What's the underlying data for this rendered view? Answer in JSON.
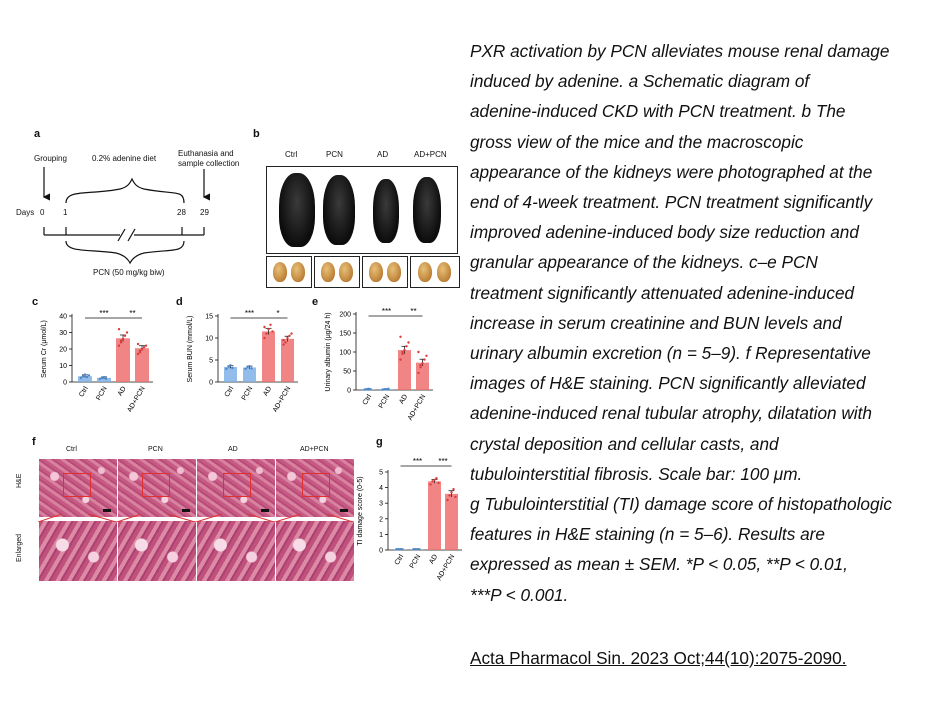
{
  "panels": {
    "a": {
      "letter": "a",
      "grouping": "Grouping",
      "diet": "0.2% adenine diet",
      "euthanasia": "Euthanasia and",
      "sample": "sample collection",
      "days_label": "Days",
      "day_ticks": [
        "0",
        "1",
        "28",
        "29"
      ],
      "pcn": "PCN (50 mg/kg biw)"
    },
    "b": {
      "letter": "b",
      "groups": [
        "Ctrl",
        "PCN",
        "AD",
        "AD+PCN"
      ]
    },
    "f": {
      "letter": "f",
      "groups": [
        "Ctrl",
        "PCN",
        "AD",
        "AD+PCN"
      ],
      "row_labels": [
        "H&E",
        "Enlarged"
      ]
    }
  },
  "chart_data": [
    {
      "id": "c",
      "letter": "c",
      "type": "bar",
      "categories": [
        "Ctrl",
        "PCN",
        "AD",
        "AD+PCN"
      ],
      "values": [
        3.5,
        2.5,
        26.5,
        20.5
      ],
      "errors": [
        0.8,
        0.6,
        2.0,
        1.5
      ],
      "points": [
        [
          2.5,
          3.5,
          4.5,
          3.0,
          4.0
        ],
        [
          2.0,
          2.5,
          3.0,
          2.0
        ],
        [
          22,
          24,
          26,
          28,
          30,
          32,
          25
        ],
        [
          17,
          19,
          20,
          21,
          22,
          23,
          18
        ]
      ],
      "ylabel": "Serum Cr (μmol/L)",
      "ylim": [
        0,
        40
      ],
      "yticks": [
        "0",
        "10",
        "20",
        "30",
        "40"
      ],
      "sig": [
        {
          "from": 0,
          "to": 2,
          "label": "***"
        },
        {
          "from": 2,
          "to": 3,
          "label": "**"
        }
      ],
      "colors": [
        "#7fb0e6",
        "#7fb0e6",
        "#ee7070",
        "#ee7070"
      ]
    },
    {
      "id": "d",
      "letter": "d",
      "type": "bar",
      "categories": [
        "Ctrl",
        "PCN",
        "AD",
        "AD+PCN"
      ],
      "values": [
        3.4,
        3.3,
        11.5,
        9.8
      ],
      "errors": [
        0.3,
        0.3,
        0.7,
        0.6
      ],
      "points": [
        [
          3.0,
          3.5,
          3.8,
          3.2
        ],
        [
          3.0,
          3.4,
          3.6,
          3.1
        ],
        [
          10,
          11,
          12,
          13,
          11.5,
          12.5
        ],
        [
          8.5,
          9,
          10,
          10.5,
          11,
          9.5
        ]
      ],
      "ylabel": "Serum BUN (mmol/L)",
      "ylim": [
        0,
        15
      ],
      "yticks": [
        "0",
        "5",
        "10",
        "15"
      ],
      "sig": [
        {
          "from": 0,
          "to": 2,
          "label": "***"
        },
        {
          "from": 2,
          "to": 3,
          "label": "*"
        }
      ],
      "colors": [
        "#7fb0e6",
        "#7fb0e6",
        "#ee7070",
        "#ee7070"
      ]
    },
    {
      "id": "e",
      "letter": "e",
      "type": "bar",
      "categories": [
        "Ctrl",
        "PCN",
        "AD",
        "AD+PCN"
      ],
      "values": [
        2,
        2,
        105,
        72
      ],
      "errors": [
        1,
        1,
        10,
        9
      ],
      "points": [
        [
          1,
          2,
          3,
          2
        ],
        [
          1,
          2,
          2,
          3
        ],
        [
          80,
          95,
          105,
          115,
          125,
          140,
          100
        ],
        [
          45,
          60,
          70,
          80,
          90,
          100,
          65
        ]
      ],
      "ylabel": "Urinary albumin (μg/24 h)",
      "ylim": [
        0,
        200
      ],
      "yticks": [
        "0",
        "50",
        "100",
        "150",
        "200"
      ],
      "sig": [
        {
          "from": 0,
          "to": 2,
          "label": "***"
        },
        {
          "from": 2,
          "to": 3,
          "label": "**"
        }
      ],
      "colors": [
        "#7fb0e6",
        "#7fb0e6",
        "#ee7070",
        "#ee7070"
      ]
    },
    {
      "id": "g",
      "letter": "g",
      "type": "bar",
      "categories": [
        "Ctrl",
        "PCN",
        "AD",
        "AD+PCN"
      ],
      "values": [
        0.05,
        0.05,
        4.4,
        3.6
      ],
      "errors": [
        0.02,
        0.02,
        0.12,
        0.2
      ],
      "points": [
        [
          0.05,
          0.05,
          0.05
        ],
        [
          0.05,
          0.05,
          0.05
        ],
        [
          4.2,
          4.4,
          4.5,
          4.6,
          4.3
        ],
        [
          3.2,
          3.5,
          3.7,
          3.9,
          3.4
        ]
      ],
      "ylabel": "TI damage score (0-5)",
      "ylim": [
        0,
        5
      ],
      "yticks": [
        "0",
        "1",
        "2",
        "3",
        "4",
        "5"
      ],
      "sig": [
        {
          "from": 0,
          "to": 2,
          "label": "***"
        },
        {
          "from": 2,
          "to": 3,
          "label": "***"
        }
      ],
      "colors": [
        "#7fb0e6",
        "#7fb0e6",
        "#ee7070",
        "#ee7070"
      ]
    }
  ],
  "caption": {
    "lines": [
      "PXR activation by PCN alleviates mouse renal damage",
      "induced by adenine. a Schematic diagram of",
      "adenine-induced CKD with PCN treatment. b The",
      "gross view of the mice and the macroscopic",
      "appearance of the kidneys were photographed at the",
      "end of 4-week treatment. PCN treatment significantly",
      "improved adenine-induced body size reduction and",
      "granular appearance of the kidneys. c–e PCN",
      "treatment significantly attenuated adenine-induced",
      "increase in serum creatinine and BUN levels and",
      "urinary albumin excretion (n = 5–9). f Representative",
      "images of H&E staining. PCN significantly alleviated",
      "adenine-induced renal tubular atrophy, dilatation with",
      "crystal deposition and cellular casts, and",
      "tubulointerstitial fibrosis. Scale bar: 100 μm.",
      "g Tubulointerstitial (TI) damage score of histopathologic",
      "features in H&E staining (n = 5–6). Results are",
      "expressed as mean ± SEM. *P < 0.05, **P < 0.01,",
      "***P < 0.001."
    ],
    "citation": "Acta Pharmacol Sin. 2023 Oct;44(10):2075-2090."
  }
}
